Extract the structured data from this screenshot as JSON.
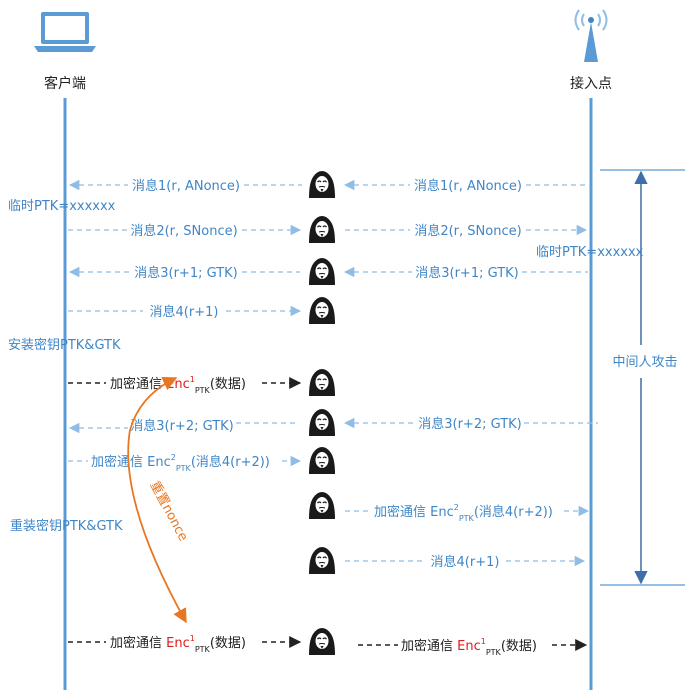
{
  "labels": {
    "client": "客户端",
    "ap": "接入点",
    "mitm": "中间人攻击",
    "temp_ptk_client": "临时PTK=xxxxxx",
    "temp_ptk_ap": "临时PTK=xxxxxx",
    "install_keys": "安装密钥PTK&GTK",
    "reinstall_keys": "重装密钥PTK&GTK",
    "replay_nonce": "重置nonce"
  },
  "messages": {
    "m1_left": "消息1(r, ANonce)",
    "m1_right": "消息1(r, ANonce)",
    "m2_left": "消息2(r, SNonce)",
    "m2_right": "消息2(r, SNonce)",
    "m3_left": "消息3(r+1; GTK)",
    "m3_right": "消息3(r+1; GTK)",
    "m4_left": "消息4(r+1)",
    "enc_prefix": "加密通信 ",
    "enc_name": "Enc",
    "sup1": "1",
    "sup2": "2",
    "ptk": "PTK",
    "data_suffix": "(数据)",
    "m4r2_suffix": "(消息4(r+2))",
    "m3r2_left": "消息3(r+2; GTK)",
    "m3r2_right": "消息3(r+2; GTK)",
    "m4_final": "消息4(r+1)"
  },
  "colors": {
    "lifeline": "#5b9bd5",
    "dashed_blue": "#8fbde6",
    "text_blue": "#3f86c6",
    "attacker": "#1a1a1a",
    "black_arrow": "#222222",
    "enc_red": "#e01b1b",
    "orange": "#e87722"
  }
}
